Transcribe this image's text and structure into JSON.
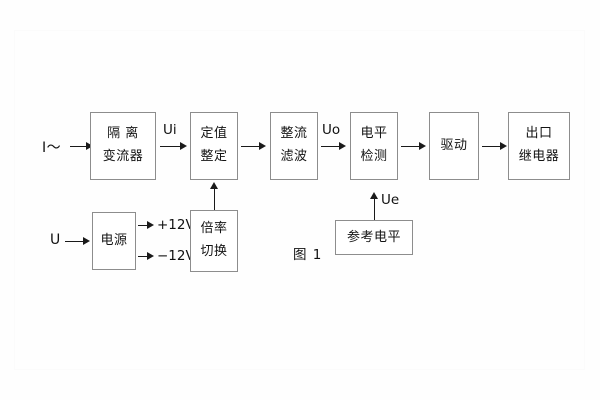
{
  "figure": {
    "caption": "图 1",
    "inputs": {
      "current": "I～",
      "voltage": "U"
    },
    "signals": {
      "ui": "Ui",
      "uo": "Uo",
      "ue": "Ue"
    },
    "rails": {
      "positive": "+12V",
      "negative": "−12V"
    },
    "blocks": [
      {
        "id": "isolation-transformer",
        "line1": "隔  离",
        "line2": "变流器"
      },
      {
        "id": "setpoint-adjust",
        "line1": "定值",
        "line2": "整定"
      },
      {
        "id": "rectifier-filter",
        "line1": "整流",
        "line2": "滤波"
      },
      {
        "id": "level-detection",
        "line1": "电平",
        "line2": "检测"
      },
      {
        "id": "drive",
        "line1": "驱动",
        "line2": ""
      },
      {
        "id": "output-relay",
        "line1": "出口",
        "line2": "继电器"
      },
      {
        "id": "power-supply",
        "line1": "电源",
        "line2": ""
      },
      {
        "id": "multiplier-switch",
        "line1": "倍率",
        "line2": "切换"
      },
      {
        "id": "reference-level",
        "line1": "参考电平",
        "line2": ""
      }
    ],
    "colors": {
      "box_border": "#8d8d8d",
      "line": "#1a1a1a",
      "text": "#141414",
      "background": "#fefefe"
    }
  }
}
